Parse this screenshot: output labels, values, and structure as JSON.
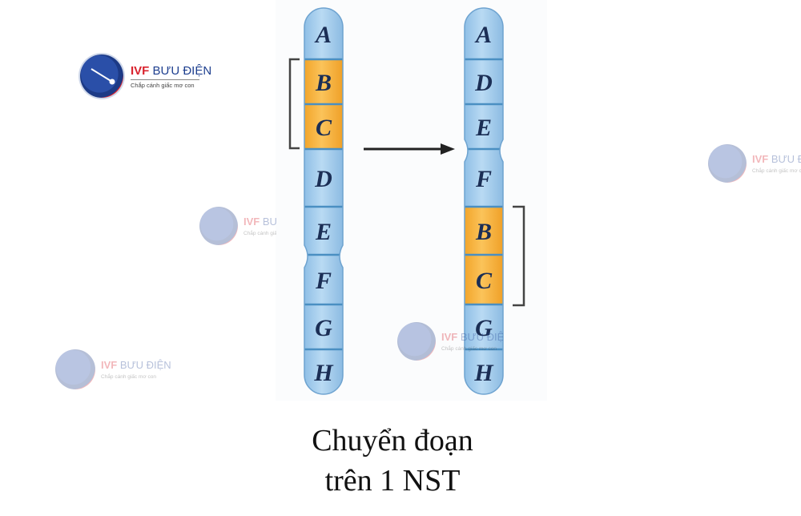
{
  "left_chromosome": {
    "segments": [
      {
        "label": "A",
        "highlighted": false
      },
      {
        "label": "B",
        "highlighted": true
      },
      {
        "label": "C",
        "highlighted": true
      },
      {
        "label": "D",
        "highlighted": false
      },
      {
        "label": "E",
        "highlighted": false
      },
      {
        "label": "F",
        "highlighted": false
      },
      {
        "label": "G",
        "highlighted": false
      },
      {
        "label": "H",
        "highlighted": false
      }
    ]
  },
  "right_chromosome": {
    "segments": [
      {
        "label": "A",
        "highlighted": false
      },
      {
        "label": "D",
        "highlighted": false
      },
      {
        "label": "E",
        "highlighted": false
      },
      {
        "label": "F",
        "highlighted": false
      },
      {
        "label": "B",
        "highlighted": true
      },
      {
        "label": "C",
        "highlighted": true
      },
      {
        "label": "G",
        "highlighted": false
      },
      {
        "label": "H",
        "highlighted": false
      }
    ]
  },
  "caption": {
    "line1": "Chuyển đoạn",
    "line2": "trên 1 NST"
  },
  "watermark": {
    "brand_bold": "IVF",
    "brand_rest": "BƯU ĐIỆN",
    "tagline": "Chắp cánh giấc mơ con"
  },
  "colors": {
    "chromosome_blue": "#a9d0ef",
    "band_line": "#4a8fc2",
    "highlight_orange": "#f7b13c",
    "brand_red": "#d9232e",
    "brand_navy": "#1e3f8f"
  }
}
